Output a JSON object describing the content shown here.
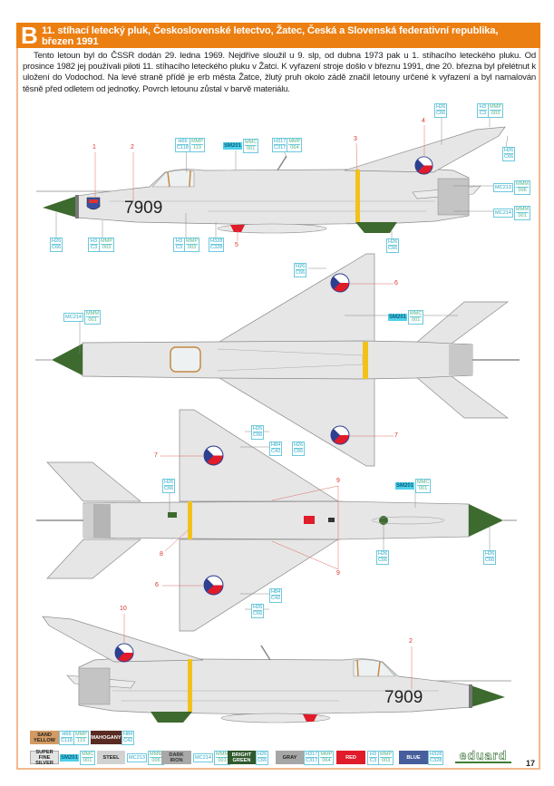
{
  "header": {
    "letter": "B",
    "title_line1": "11. stíhací letecký pluk, Československé letectvo, Žatec, Česká a Slovenská federativní republika,",
    "title_line2": "březen 1991"
  },
  "description": "Tento letoun byl do ČSSR dodán 29. ledna 1969. Nejdříve sloužil u 9. slp, od dubna 1973 pak u 1. stíhacího leteckého pluku. Od prosince 1982 jej používali piloti 11. stíhacího leteckého pluku v Žatci. K vyřazení stroje došlo v březnu 1991, dne 20. března byl přelétnut k uložení do Vodochod. Na levé straně přídě je erb města Žatce, žlutý pruh okolo zádě značil letouny určené k vyřazení a byl namalován těsně před odletem od jednotky. Povrch letounu zůstal v barvě materiálu.",
  "aircraft": {
    "registration": "7909"
  },
  "callouts": [
    {
      "t1": "H66",
      "b1": "C118",
      "t2": "MMP",
      "b2": "119"
    },
    {
      "sm": "SM201",
      "t2": "MMC",
      "b2": "001"
    },
    {
      "t1": "H317",
      "b1": "C317",
      "t2": "MMP",
      "b2": "064"
    },
    {
      "t1": "H26",
      "b1": "C66"
    },
    {
      "t1": "H3",
      "b1": "C3",
      "t2": "MMP",
      "b2": "003"
    },
    {
      "t1": "H26",
      "b1": "C66"
    },
    {
      "mc": "MC213",
      "t2": "MMM",
      "b2": "006"
    },
    {
      "mc": "MC214",
      "t2": "MMM",
      "b2": "001"
    },
    {
      "t1": "H26",
      "b1": "C66"
    },
    {
      "t1": "H26",
      "b1": "C66"
    },
    {
      "t1": "H3",
      "b1": "C3",
      "t2": "MMP",
      "b2": "003"
    },
    {
      "t1": "H3",
      "b1": "C3",
      "t2": "MMP",
      "b2": "003"
    },
    {
      "t1": "H328",
      "b1": "C328"
    },
    {
      "t1": "H26",
      "b1": "C66"
    },
    {
      "mc": "MC214",
      "t2": "MMM",
      "b2": "001"
    },
    {
      "sm": "SM201",
      "t2": "MMC",
      "b2": "001"
    },
    {
      "t1": "H26",
      "b1": "C66"
    },
    {
      "t1": "H26",
      "b1": "C66"
    },
    {
      "t1": "H84",
      "b1": "C42"
    },
    {
      "t1": "H26",
      "b1": "C66"
    },
    {
      "sm": "SM201",
      "t2": "MMC",
      "b2": "001"
    },
    {
      "t1": "H26",
      "b1": "C66"
    },
    {
      "t1": "H26",
      "b1": "C66"
    },
    {
      "t1": "H84",
      "b1": "C42"
    },
    {
      "t1": "H26",
      "b1": "C66"
    }
  ],
  "markers": [
    "1",
    "2",
    "3",
    "4",
    "5",
    "6",
    "7",
    "7",
    "9",
    "8",
    "9",
    "6",
    "10",
    "2"
  ],
  "legend": [
    {
      "l1": "SAND",
      "l2": "YELLOW",
      "swatch": "#d39a63",
      "text": "#222",
      "t1": "H66",
      "b1": "C118",
      "t2": "MMP",
      "b2": "119"
    },
    {
      "l1": "MAHOGANY",
      "l2": "",
      "swatch": "#5a2b22",
      "text": "#fff",
      "t1": "H84",
      "b1": "C42"
    },
    {
      "l1": "SUPER",
      "l2": "FINE SILVER",
      "swatch": "#e3e3e3",
      "text": "#222",
      "sm": "SM201",
      "t2": "MMC",
      "b2": "001"
    },
    {
      "l1": "STEEL",
      "l2": "",
      "swatch": "#d2d2d2",
      "text": "#222",
      "mc": "MC213",
      "t2": "MMM",
      "b2": "006"
    },
    {
      "l1": "DARK",
      "l2": "IRON",
      "swatch": "#a8a8a8",
      "text": "#333",
      "mc": "MC214",
      "t2": "MMM",
      "b2": "001"
    },
    {
      "l1": "BRIGHT",
      "l2": "GREEN",
      "swatch": "#2f5a2c",
      "text": "#fff",
      "t1": "H26",
      "b1": "C66"
    },
    {
      "l1": "GRAY",
      "l2": "",
      "swatch": "#a6a6a6",
      "text": "#222",
      "t1": "H317",
      "b1": "C317",
      "t2": "MMP",
      "b2": "064"
    },
    {
      "l1": "RED",
      "l2": "",
      "swatch": "#e01b2a",
      "text": "#fff",
      "t1": "H3",
      "b1": "C3",
      "t2": "MMP",
      "b2": "003"
    },
    {
      "l1": "BLUE",
      "l2": "",
      "swatch": "#465f9c",
      "text": "#fff",
      "t1": "H328",
      "b1": "C328"
    }
  ],
  "brand": "eduard",
  "page_number": "17",
  "colors": {
    "header": "#ec7f12",
    "metal": "#e4e4e4",
    "green": "#3d6a2e",
    "yellow": "#f2c21b",
    "red": "#e01b2a",
    "blue": "#2f3f8f"
  }
}
